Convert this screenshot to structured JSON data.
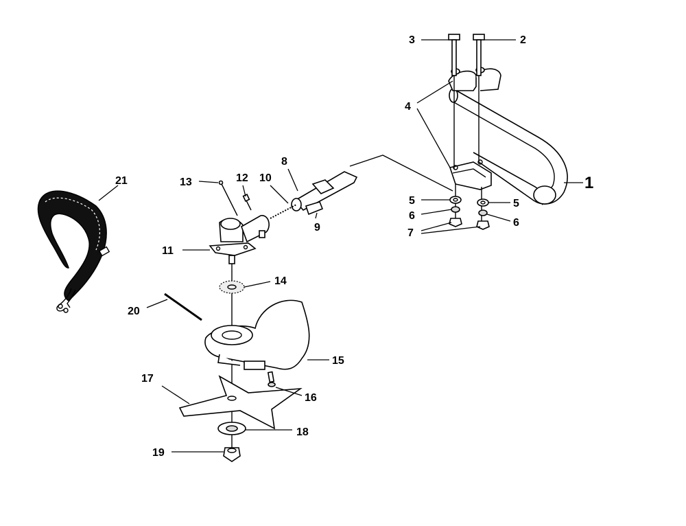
{
  "labels": {
    "l1": "1",
    "l2": "2",
    "l3": "3",
    "l4": "4",
    "l5a": "5",
    "l5b": "5",
    "l6a": "6",
    "l6b": "6",
    "l7": "7",
    "l8": "8",
    "l9": "9",
    "l10": "10",
    "l11": "11",
    "l12": "12",
    "l13": "13",
    "l14": "14",
    "l15": "15",
    "l16": "16",
    "l17": "17",
    "l18": "18",
    "l19": "19",
    "l20": "20",
    "l21": "21"
  }
}
